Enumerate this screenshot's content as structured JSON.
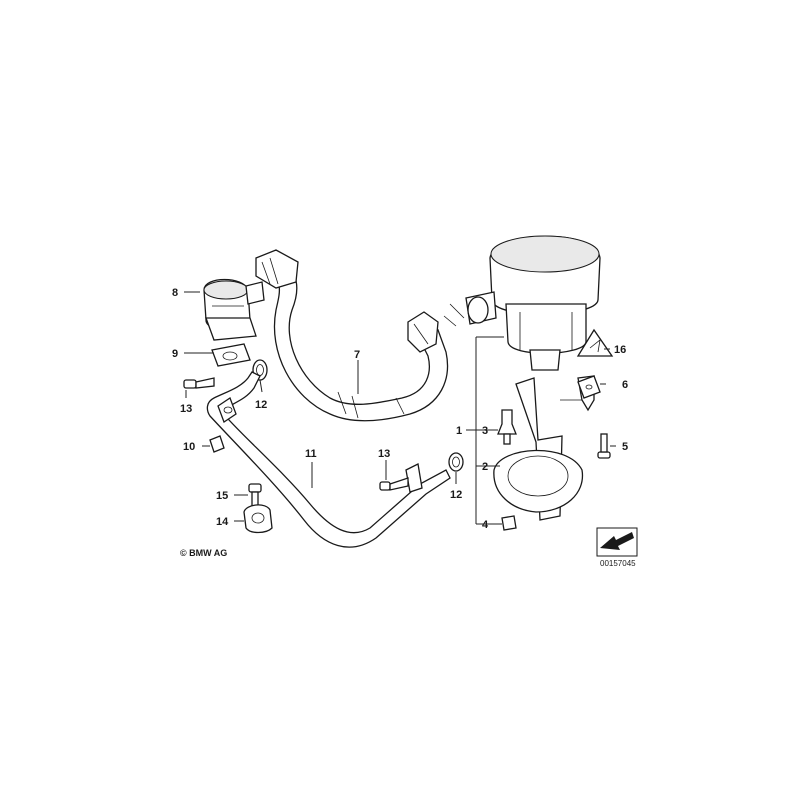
{
  "callouts": {
    "c1": "1",
    "c2": "2",
    "c3": "3",
    "c4": "4",
    "c5": "5",
    "c6": "6",
    "c7": "7",
    "c8": "8",
    "c9": "9",
    "c10": "10",
    "c11": "11",
    "c12a": "12",
    "c12b": "12",
    "c13a": "13",
    "c13b": "13",
    "c14": "14",
    "c15": "15",
    "c16": "16"
  },
  "copyright": "© BMW AG",
  "reference_number": "00157045",
  "colors": {
    "line": "#1a1a1a",
    "background": "#ffffff",
    "part_fill": "#e9e9e9"
  }
}
